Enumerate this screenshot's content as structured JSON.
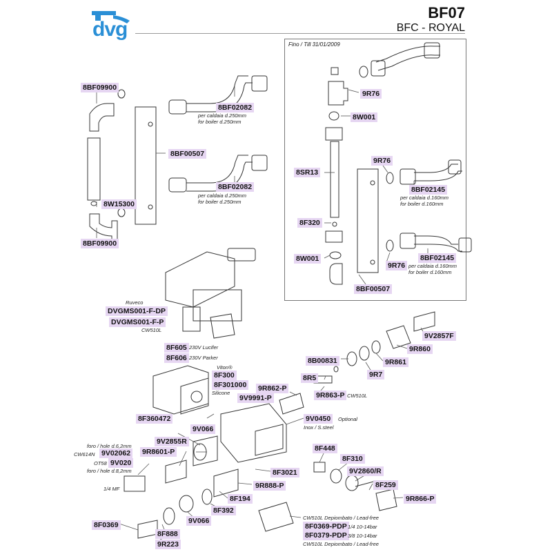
{
  "header": {
    "brand": "dvg",
    "code": "BF07",
    "subtitle": "BFC - ROYAL"
  },
  "panel": {
    "note": "Fino / Till 31/01/2009"
  },
  "labels": {
    "l_8BF09900_a": "8BF09900",
    "l_8BF02082_a": "8BF02082",
    "l_8BF00507_a": "8BF00507",
    "l_8BF02082_b": "8BF02082",
    "l_8W15300": "8W15300",
    "l_8BF09900_b": "8BF09900",
    "l_9R76_a": "9R76",
    "l_8W001_a": "8W001",
    "l_8SR13": "8SR13",
    "l_9R76_b": "9R76",
    "l_8BF02145_a": "8BF02145",
    "l_8F320": "8F320",
    "l_8W001_b": "8W001",
    "l_9R76_c": "9R76",
    "l_8BF02145_b": "8BF02145",
    "l_8BF00507_b": "8BF00507",
    "l_DVGMS001FDP": "DVGMS001-F-DP",
    "l_DVGMS001FP": "DVGMS001-F-P",
    "l_9V2857F": "9V2857F",
    "l_9R860": "9R860",
    "l_8F605": "8F605",
    "l_8F606": "8F606",
    "l_8B00831": "8B00831",
    "l_9R861": "9R861",
    "l_8F300": "8F300",
    "l_8F301000": "8F301000",
    "l_9R7": "9R7",
    "l_8R5": "8R5",
    "l_9R862P": "9R862-P",
    "l_9V9991P": "9V9991-P",
    "l_9R863P": "9R863-P",
    "l_8F360472": "8F360472",
    "l_9V0450": "9V0450",
    "l_9V066_a": "9V066",
    "l_9V2855R": "9V2855R",
    "l_9V02062": "9V02062",
    "l_9R8601P": "9R8601-P",
    "l_9V020": "9V020",
    "l_8F448": "8F448",
    "l_8F310": "8F310",
    "l_9V2860R": "9V2860/R",
    "l_8F3021": "8F3021",
    "l_9R888P": "9R888-P",
    "l_8F259": "8F259",
    "l_8F194": "8F194",
    "l_9R866P": "9R866-P",
    "l_8F392": "8F392",
    "l_9V066_b": "9V066",
    "l_8F0369": "8F0369",
    "l_8F888": "8F888",
    "l_8F0369PDP": "8F0369-PDP",
    "l_8F0379PDP": "8F0379-PDP",
    "l_9R223": "9R223"
  },
  "notes": {
    "n_d250_a_it": "per caldaia d.250mm",
    "n_d250_a_en": "for boiler d.250mm",
    "n_d250_b_it": "per caldaia d.250mm",
    "n_d250_b_en": "for boiler d.250mm",
    "n_d160_a_it": "per caldaia d.160mm",
    "n_d160_a_en": "for boiler d.160mm",
    "n_d160_b_it": "per caldaia d.160mm",
    "n_d160_b_en": "for boiler d.160mm",
    "n_ruveco": "Ruveco",
    "n_cw510l_a": "CW510L",
    "n_230v_lucifer": "230V Lucifer",
    "n_230v_parker": "230V Parker",
    "n_viton": "Viton®",
    "n_silicone": "Silicone",
    "n_cw510l_b": "CW510L",
    "n_optional": "Optional",
    "n_inox": "Inox / S.steel",
    "n_foro62": "foro / hole d.6,2mm",
    "n_cw614n": "CW614N",
    "n_ot58": "OT58",
    "n_foro82": "foro / hole d.8,2mm",
    "n_14mf": "1/4 MF",
    "n_cw510l_dep_a": "CW510L Depiombato / Lead-free",
    "n_14_1014": "1/4 10-14bar",
    "n_38_1014": "3/8 10-14bar",
    "n_cw510l_dep_b": "CW510L Depiombato / Lead-free"
  },
  "colors": {
    "brand_blue": "#2a8fd6",
    "label_bg": "#e6d6f2"
  }
}
